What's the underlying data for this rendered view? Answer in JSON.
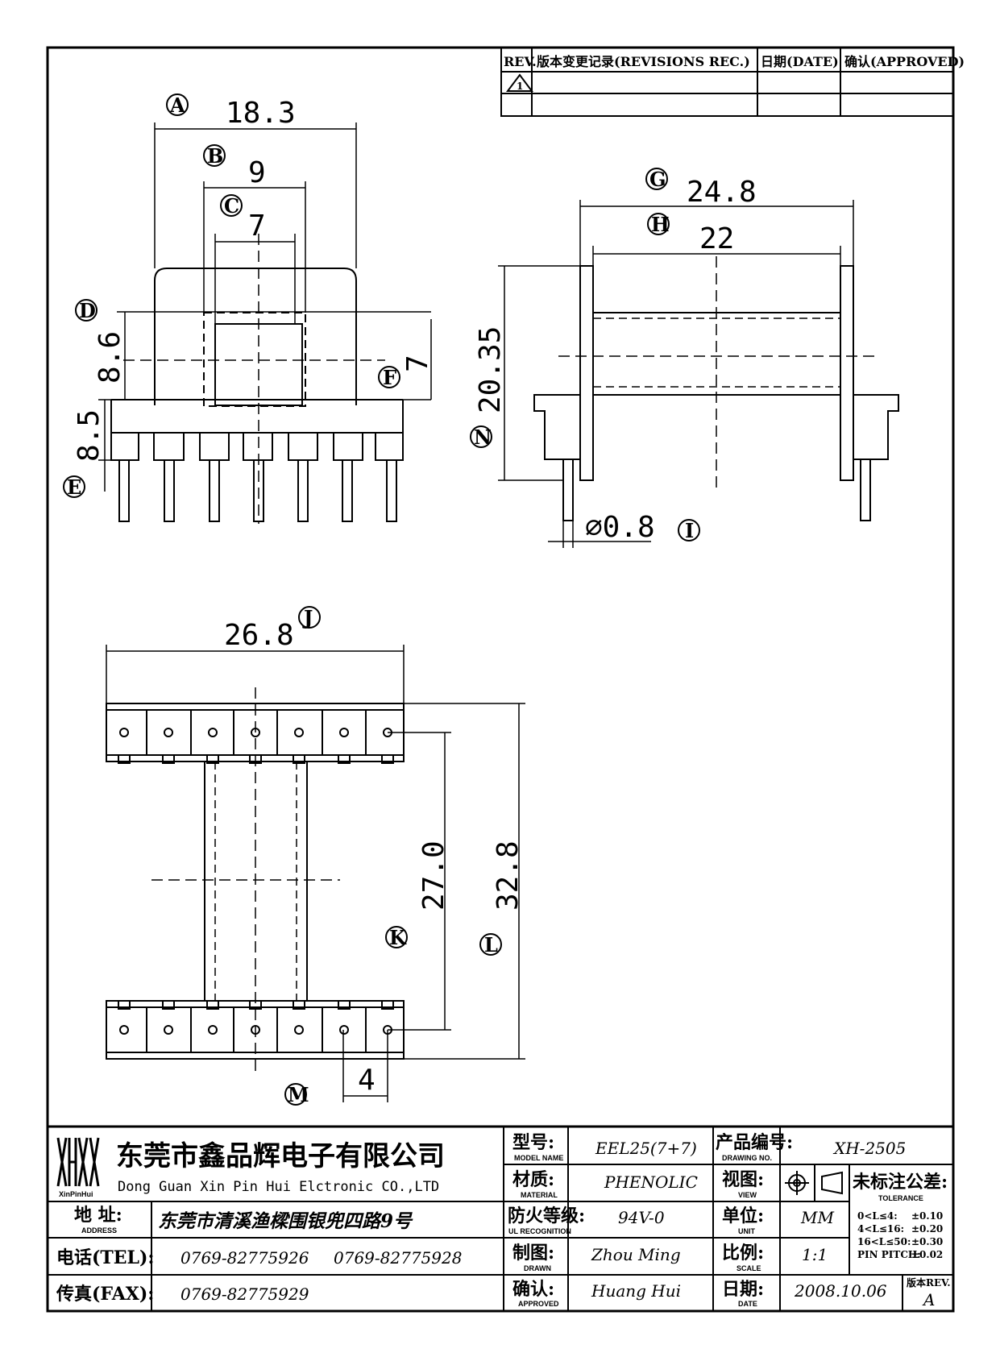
{
  "revision_block": {
    "rev_header": "REV.",
    "rev_record_header": "版本变更记录(REVISIONS REC.)",
    "date_header": "日期(DATE)",
    "approved_header": "确认(APPROVED)",
    "rev_mark": "1"
  },
  "dimensions": {
    "A": "18.3",
    "B": "9",
    "C": "7",
    "D": "8.6",
    "E": "8.5",
    "F": "7",
    "G": "24.8",
    "H": "22",
    "N": "20.35",
    "I": "⌀0.8",
    "J": "26.8",
    "K": "27.0",
    "L": "32.8",
    "M": "4"
  },
  "callouts": {
    "A": "A",
    "B": "B",
    "C": "C",
    "D": "D",
    "E": "E",
    "F": "F",
    "G": "G",
    "H": "H",
    "I": "I",
    "J": "J",
    "K": "K",
    "L": "L",
    "M": "M",
    "N": "N"
  },
  "title_block": {
    "company_cn": "东莞市鑫品辉电子有限公司",
    "company_en": "Dong Guan Xin Pin Hui Elctronic CO.,LTD",
    "logo_caption": "XinPinHui",
    "model_label": "型号:",
    "model_sub": "MODEL NAME",
    "model_value": "EEL25(7+7)",
    "drawing_label": "产品编号:",
    "drawing_sub": "DRAWING NO.",
    "drawing_value": "XH-2505",
    "material_label": "材质:",
    "material_sub": "MATERIAL",
    "material_value": "PHENOLIC",
    "view_label": "视图:",
    "view_sub": "VIEW",
    "tol_label": "未标注公差:",
    "tol_sub": "TOLERANCE",
    "flame_label": "防火等级:",
    "flame_sub": "UL RECOGNITION",
    "flame_value": "94V-0",
    "unit_label": "单位:",
    "unit_sub": "UNIT",
    "unit_value": "MM",
    "drawn_label": "制图:",
    "drawn_sub": "DRAWN",
    "drawn_value": "Zhou Ming",
    "scale_label": "比例:",
    "scale_sub": "SCALE",
    "scale_value": "1:1",
    "approved_label": "确认:",
    "approved_sub": "APPROVED",
    "approved_value": "Huang Hui",
    "date_label": "日期:",
    "date_sub": "DATE",
    "date_value": "2008.10.06",
    "rev_label": "版本REV.",
    "rev_value": "A",
    "address_label": "地  址:",
    "address_sub": "ADDRESS",
    "address_value": "东莞市清溪渔樑围银兜四路9号",
    "tel_label": "电话(TEL):",
    "tel_value1": "0769-82775926",
    "tel_value2": "0769-82775928",
    "fax_label": "传真(FAX):",
    "fax_value": "0769-82775929",
    "tolerance": [
      {
        "range": "0<L≤4:",
        "tol": "±0.10"
      },
      {
        "range": "4<L≤16:",
        "tol": "±0.20"
      },
      {
        "range": "16<L≤50:",
        "tol": "±0.30"
      },
      {
        "range": "PIN PITCH:",
        "tol": "±0.02"
      }
    ]
  }
}
